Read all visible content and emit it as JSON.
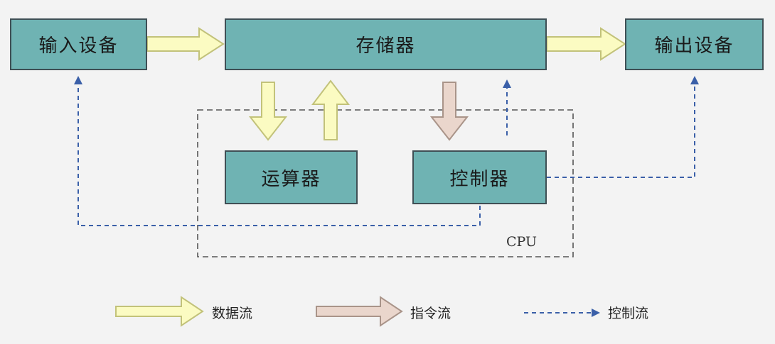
{
  "boxes": {
    "input": "输入设备",
    "memory": "存储器",
    "output": "输出设备",
    "alu": "运算器",
    "controller": "控制器"
  },
  "cpu_label": "CPU",
  "legend": {
    "data_flow": "数据流",
    "instruction_flow": "指令流",
    "control_flow": "控制流"
  },
  "colors": {
    "box_fill": "#6fb3b3",
    "box_border": "#3f4f55",
    "data_arrow_fill": "#fbfbc2",
    "data_arrow_stroke": "#c2c27a",
    "instruction_arrow_fill": "#ead6cc",
    "instruction_arrow_stroke": "#a99489",
    "control_line": "#3a5fa8",
    "cpu_border": "#555555"
  }
}
